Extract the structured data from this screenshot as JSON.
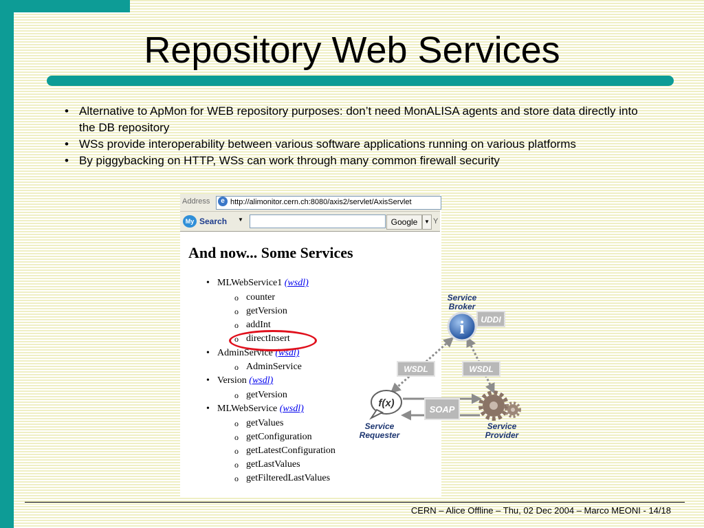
{
  "slide": {
    "title": "Repository Web Services",
    "bullets": [
      "Alternative to ApMon for WEB repository purposes: don’t need MonALISA agents and store data directly into the DB repository",
      "WSs provide interoperability between various software applications running on various platforms",
      "By piggybacking on HTTP, WSs can work through many common firewall security"
    ],
    "bullet_glyph": "•",
    "footer": "CERN – Alice Offline – Thu, 02 Dec 2004 – Marco MEONI - 14/18"
  },
  "browser": {
    "address_label": "Address",
    "url": "http://alimonitor.cern.ch:8080/axis2/servlet/AxisServlet",
    "toolbar": {
      "my_label": "My",
      "search_label": "Search",
      "search_value": "",
      "engine_label": "Google",
      "cut_text": "Y"
    }
  },
  "page": {
    "heading": "And now... Some Services",
    "wsdl_label": "(wsdl)",
    "services": [
      {
        "name": "MLWebService1",
        "methods": [
          "counter",
          "getVersion",
          "addInt",
          "directInsert"
        ]
      },
      {
        "name": "AdminService",
        "methods": [
          "AdminService"
        ]
      },
      {
        "name": "Version",
        "methods": [
          "getVersion"
        ]
      },
      {
        "name": "MLWebService",
        "methods": [
          "getValues",
          "getConfiguration",
          "getLatestConfiguration",
          "getLastValues",
          "getFilteredLastValues"
        ]
      }
    ],
    "highlighted_method": "directInsert"
  },
  "diagram": {
    "broker_line1": "Service",
    "broker_line2": "Broker",
    "uddi": "UDDI",
    "wsdl_left": "WSDL",
    "wsdl_right": "WSDL",
    "soap": "SOAP",
    "fx": "f(x)",
    "info": "i",
    "requester_line1": "Service",
    "requester_line2": "Requester",
    "provider_line1": "Service",
    "provider_line2": "Provider"
  },
  "colors": {
    "accent": "#0d9c96",
    "highlight_ring": "#e0101c",
    "link": "#0000ee"
  }
}
